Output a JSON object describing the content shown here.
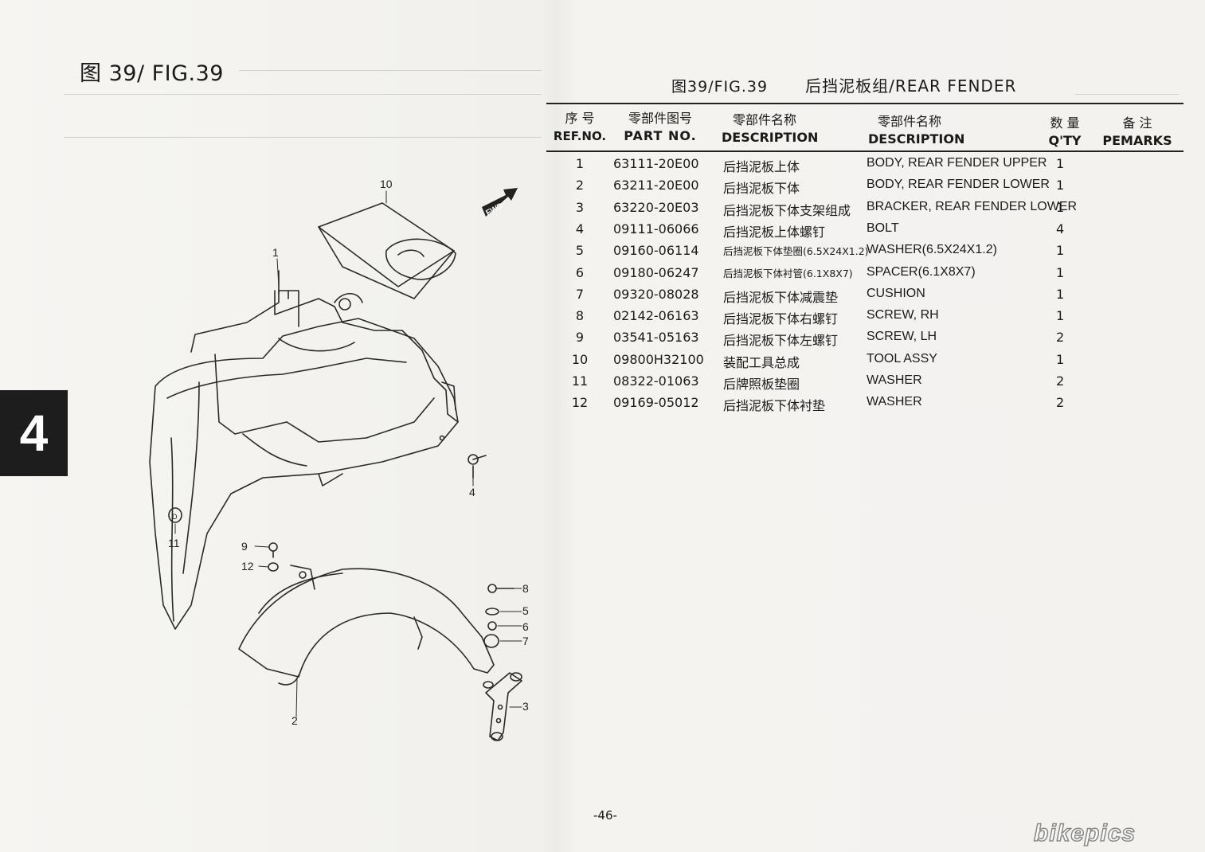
{
  "figure": {
    "left_title": "图 39/ FIG.39",
    "chapter_tab": "4",
    "table_title_fig": "图39/FIG.39",
    "table_title_name": "后挡泥板组/REAR FENDER",
    "page_number": "-46-",
    "watermark": "bikepics"
  },
  "table": {
    "headers": {
      "ref_cn": "序 号",
      "ref_en": "REF.NO.",
      "part_cn": "零部件图号",
      "part_en": "PART NO.",
      "desc_cn_cn": "零部件名称",
      "desc_cn_en": "DESCRIPTION",
      "desc_en_cn": "零部件名称",
      "desc_en_en": "DESCRIPTION",
      "qty_cn": "数 量",
      "qty_en": "Q'TY",
      "remarks_cn": "备 注",
      "remarks_en": "PEMARKS"
    },
    "rows": [
      {
        "ref": "1",
        "part": "63111-20E00",
        "cn": "后挡泥板上体",
        "en": "BODY, REAR FENDER UPPER",
        "qty": "1"
      },
      {
        "ref": "2",
        "part": "63211-20E00",
        "cn": "后挡泥板下体",
        "en": "BODY, REAR FENDER LOWER",
        "qty": "1"
      },
      {
        "ref": "3",
        "part": "63220-20E03",
        "cn": "后挡泥板下体支架组成",
        "en": "BRACKER, REAR FENDER LOWER",
        "qty": "1"
      },
      {
        "ref": "4",
        "part": "09111-06066",
        "cn": "后挡泥板上体螺钉",
        "en": "BOLT",
        "qty": "4"
      },
      {
        "ref": "5",
        "part": "09160-06114",
        "cn": "后挡泥板下体垫圈(6.5X24X1.2)",
        "en": "WASHER(6.5X24X1.2)",
        "qty": "1"
      },
      {
        "ref": "6",
        "part": "09180-06247",
        "cn": "后挡泥板下体衬管(6.1X8X7)",
        "en": "SPACER(6.1X8X7)",
        "qty": "1"
      },
      {
        "ref": "7",
        "part": "09320-08028",
        "cn": "后挡泥板下体减震垫",
        "en": "CUSHION",
        "qty": "1"
      },
      {
        "ref": "8",
        "part": "02142-06163",
        "cn": "后挡泥板下体右螺钉",
        "en": "SCREW, RH",
        "qty": "1"
      },
      {
        "ref": "9",
        "part": "03541-05163",
        "cn": "后挡泥板下体左螺钉",
        "en": "SCREW, LH",
        "qty": "2"
      },
      {
        "ref": "10",
        "part": "09800H32100",
        "cn": "装配工具总成",
        "en": "TOOL ASSY",
        "qty": "1"
      },
      {
        "ref": "11",
        "part": "08322-01063",
        "cn": "后牌照板垫圈",
        "en": "WASHER",
        "qty": "2"
      },
      {
        "ref": "12",
        "part": "09169-05012",
        "cn": "后挡泥板下体衬垫",
        "en": "WASHER",
        "qty": "2"
      }
    ]
  },
  "diagram": {
    "fwd_label": "FWD",
    "callouts": [
      "1",
      "2",
      "3",
      "4",
      "5",
      "6",
      "7",
      "8",
      "9",
      "10",
      "11",
      "12"
    ],
    "washer_mark": "D"
  }
}
